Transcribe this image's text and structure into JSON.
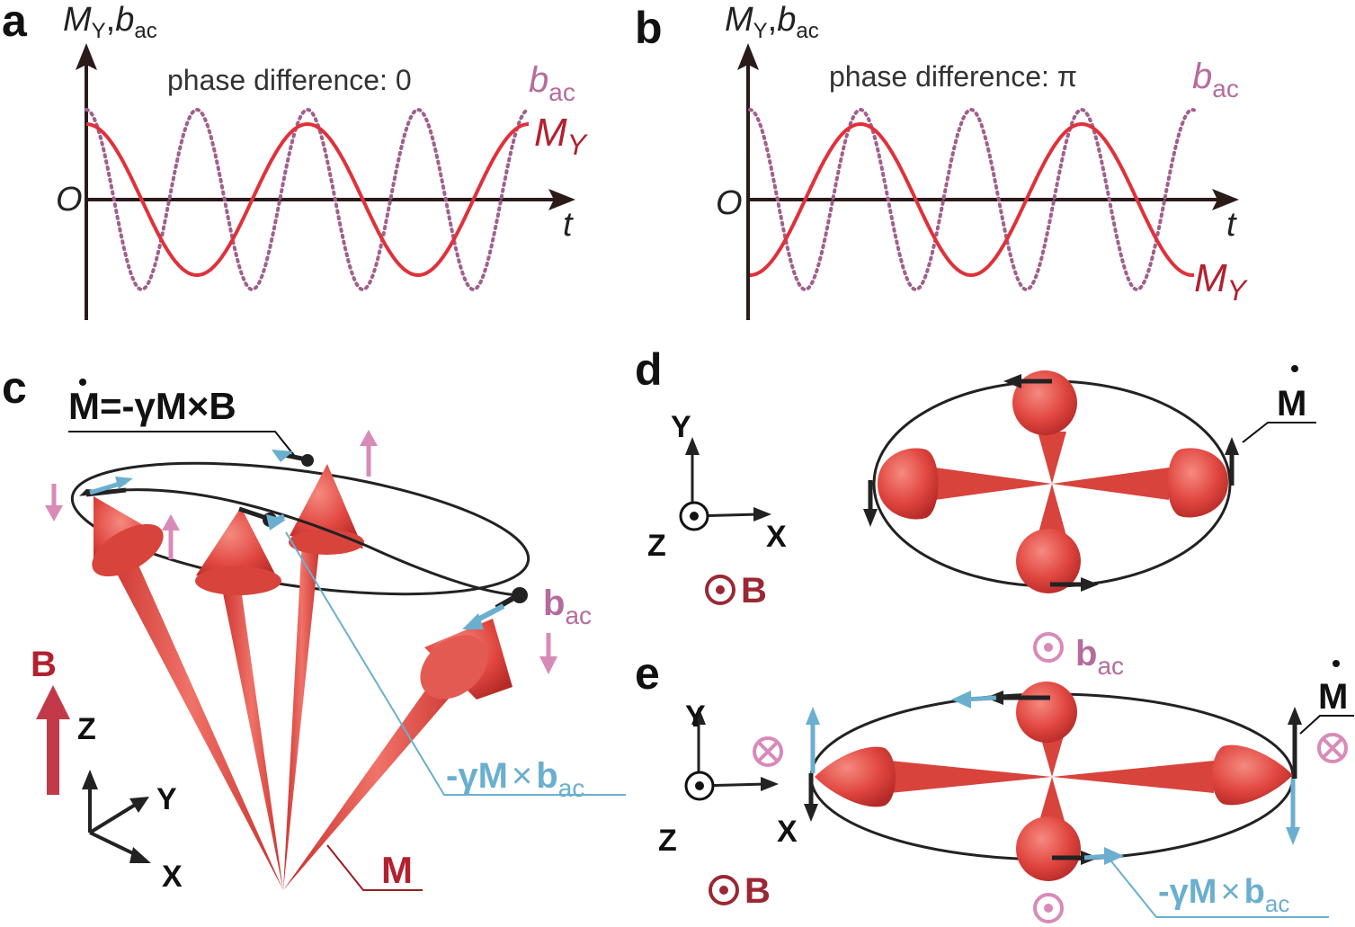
{
  "panels": {
    "a": {
      "label": "a",
      "y_axis_label": "M",
      "y_axis_sub": "Y",
      "y_axis_label2": "b",
      "y_axis_sub2": "ac",
      "x_axis_label": "t",
      "origin": "O",
      "phase_text": "phase difference: 0",
      "bac_label": "b",
      "bac_sub": "ac",
      "my_label": "M",
      "my_sub": "Y"
    },
    "b": {
      "label": "b",
      "y_axis_label": "M",
      "y_axis_sub": "Y",
      "y_axis_label2": "b",
      "y_axis_sub2": "ac",
      "x_axis_label": "t",
      "origin": "O",
      "phase_text": "phase difference: π",
      "bac_label": "b",
      "bac_sub": "ac",
      "my_label": "M",
      "my_sub": "Y"
    },
    "c": {
      "label": "c",
      "equation": "M=-γM×B",
      "bac_label": "b",
      "bac_sub": "ac",
      "b_label": "B",
      "torque_label_pre": "-γ",
      "torque_label_m": "M",
      "torque_label_x": "×",
      "torque_label_b": "b",
      "torque_label_sub": "ac",
      "m_label": "M",
      "axis_z": "Z",
      "axis_y": "Y",
      "axis_x": "X"
    },
    "d": {
      "label": "d",
      "mdot_label": "M",
      "axis_y": "Y",
      "axis_x": "X",
      "axis_z": "Z",
      "b_label": "B"
    },
    "e": {
      "label": "e",
      "mdot_label": "M",
      "bac_top_label": "b",
      "bac_top_sub": "ac",
      "axis_y": "Y",
      "axis_x": "X",
      "axis_z": "Z",
      "b_label": "B",
      "torque_label_pre": "-γ",
      "torque_label_m": "M",
      "torque_label_x": "×",
      "torque_label_b": "b",
      "torque_label_sub": "ac"
    }
  },
  "colors": {
    "my_curve": "#e0313a",
    "bac_curve": "#a0608c",
    "bac_text": "#b66b9e",
    "my_text": "#b3202f",
    "cone": "#e0554f",
    "torque": "#6aafcf",
    "axis": "#2a1a1a"
  }
}
